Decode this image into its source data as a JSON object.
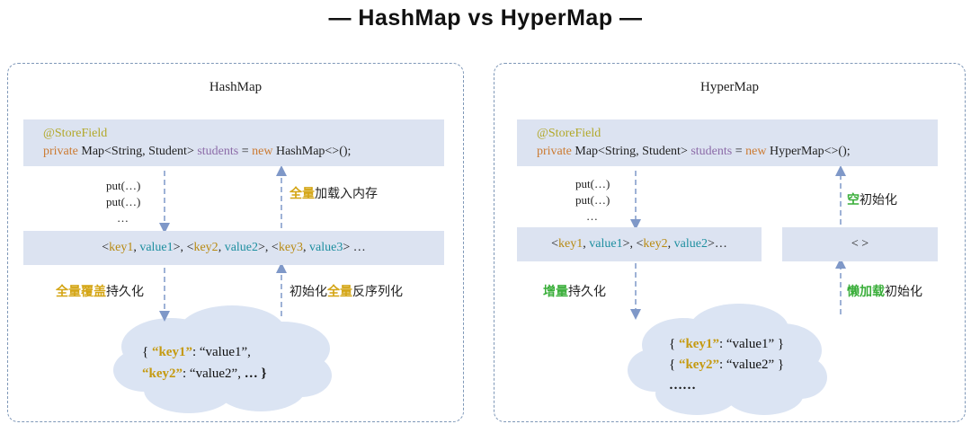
{
  "title": "— HashMap  vs  HyperMap —",
  "hashmap": {
    "panel_title": "HashMap",
    "code": {
      "annotation": "@StoreField",
      "kw_private": "private",
      "type": " Map<String, Student> ",
      "var": "students",
      "eq": " = ",
      "kw_new": "new",
      "ctor": " HashMap<>();"
    },
    "puts": [
      "put(…)",
      "put(…)",
      "…"
    ],
    "entries": [
      {
        "lt": "<",
        "key": "key1",
        "sep": ", ",
        "value": "value1",
        "gt": ">,  "
      },
      {
        "lt": "<",
        "key": "key2",
        "sep": ", ",
        "value": "value2",
        "gt": ">,  "
      },
      {
        "lt": "<",
        "key": "key3",
        "sep": ", ",
        "value": "value3",
        "gt": "> …"
      }
    ],
    "label_load": {
      "hl": "全量",
      "rest": "加载入内存"
    },
    "label_persist": {
      "hl": "全量覆盖",
      "rest": "持久化"
    },
    "label_deser": {
      "pre": "初始化",
      "hl": "全量",
      "rest": "反序列化"
    },
    "cloud": {
      "l1_open": "{ ",
      "l1_key": "“key1”",
      "l1_val": ": “value1”,",
      "l2_key": "“key2”",
      "l2_val": ": “value2”,  ",
      "l2_end": "… }"
    }
  },
  "hypermap": {
    "panel_title": "HyperMap",
    "code": {
      "annotation": "@StoreField",
      "kw_private": "private",
      "type": " Map<String, Student> ",
      "var": "students",
      "eq": " = ",
      "kw_new": "new",
      "ctor": " HyperMap<>();"
    },
    "puts": [
      "put(…)",
      "put(…)",
      "…"
    ],
    "entries": [
      {
        "lt": "<",
        "key": "key1",
        "sep": ", ",
        "value": "value1",
        "gt": ">,  "
      },
      {
        "lt": "<",
        "key": "key2",
        "sep": ", ",
        "value": "value2",
        "gt": ">…"
      }
    ],
    "empty_box": "< >",
    "label_init": {
      "hl": "空",
      "rest": "初始化"
    },
    "label_persist": {
      "hl": "增量",
      "rest": "持久化"
    },
    "label_lazy": {
      "hl": "懒加载",
      "rest": "初始化"
    },
    "cloud": {
      "l1_open": "{ ",
      "l1_key": "“key1”",
      "l1_val": ": “value1” }",
      "l2_open": "{ ",
      "l2_key": "“key2”",
      "l2_val": ": “value2” }",
      "l3": "……"
    }
  },
  "colors": {
    "box_fill": "#dce3f1",
    "cloud_fill": "#dbe4f3",
    "arrow": "#7f98c8",
    "highlight_gold": "#d4a514",
    "highlight_green": "#3aae3a"
  }
}
